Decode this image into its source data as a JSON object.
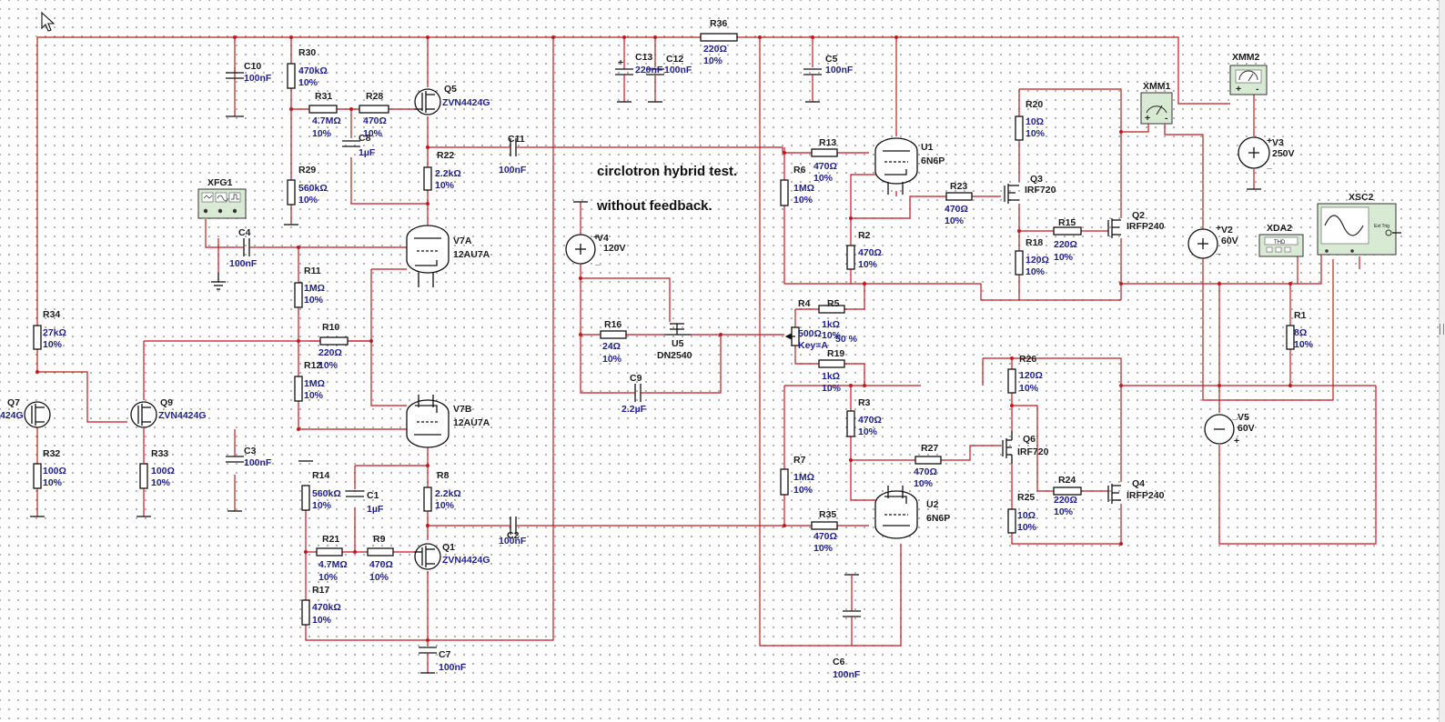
{
  "notes": {
    "title": "circlotron hybrid test.",
    "subtitle": "without feedback."
  },
  "colors": {
    "wire": "#c4161c",
    "value_text": "#1f1f8c",
    "label_text": "#1c1c1c",
    "grid_dot": "#9a9a9a"
  },
  "components": {
    "R36": {
      "ref": "R36",
      "value": "220Ω",
      "tol": "10%"
    },
    "R30": {
      "ref": "R30",
      "value": "470kΩ",
      "tol": "10%"
    },
    "R31": {
      "ref": "R31",
      "value": "4.7MΩ",
      "tol": "10%"
    },
    "R28": {
      "ref": "R28",
      "value": "470Ω",
      "tol": "10%"
    },
    "R29": {
      "ref": "R29",
      "value": "560kΩ",
      "tol": "10%"
    },
    "R22": {
      "ref": "R22",
      "value": "2.2kΩ",
      "tol": "10%"
    },
    "R11": {
      "ref": "R11",
      "value": "1MΩ",
      "tol": "10%"
    },
    "R10": {
      "ref": "R10",
      "value": "220Ω",
      "tol": "10%"
    },
    "R12": {
      "ref": "R12",
      "value": "1MΩ",
      "tol": "10%"
    },
    "R34": {
      "ref": "R34",
      "value": "27kΩ",
      "tol": "10%"
    },
    "R32": {
      "ref": "R32",
      "value": "100Ω",
      "tol": "10%"
    },
    "R33": {
      "ref": "R33",
      "value": "100Ω",
      "tol": "10%"
    },
    "R14": {
      "ref": "R14",
      "value": "560kΩ",
      "tol": "10%"
    },
    "R8": {
      "ref": "R8",
      "value": "2.2kΩ",
      "tol": "10%"
    },
    "R21": {
      "ref": "R21",
      "value": "4.7MΩ",
      "tol": "10%"
    },
    "R9": {
      "ref": "R9",
      "value": "470Ω",
      "tol": "10%"
    },
    "R17": {
      "ref": "R17",
      "value": "470kΩ",
      "tol": "10%"
    },
    "R16": {
      "ref": "R16",
      "value": "24Ω",
      "tol": "10%"
    },
    "R13": {
      "ref": "R13",
      "value": "470Ω",
      "tol": "10%"
    },
    "R6": {
      "ref": "R6",
      "value": "1MΩ",
      "tol": "10%"
    },
    "R2": {
      "ref": "R2",
      "value": "470Ω",
      "tol": "10%"
    },
    "R4": {
      "ref": "R4",
      "value": "500Ω",
      "key": "Key=A",
      "pct": "50 %"
    },
    "R5": {
      "ref": "R5",
      "value": "1kΩ",
      "tol": "10%"
    },
    "R19": {
      "ref": "R19",
      "value": "1kΩ",
      "tol": "10%"
    },
    "R3": {
      "ref": "R3",
      "value": "470Ω",
      "tol": "10%"
    },
    "R7": {
      "ref": "R7",
      "value": "1MΩ",
      "tol": "10%"
    },
    "R35": {
      "ref": "R35",
      "value": "470Ω",
      "tol": "10%"
    },
    "R23": {
      "ref": "R23",
      "value": "470Ω",
      "tol": "10%"
    },
    "R27": {
      "ref": "R27",
      "value": "470Ω",
      "tol": "10%"
    },
    "R20": {
      "ref": "R20",
      "value": "10Ω",
      "tol": "10%"
    },
    "R18": {
      "ref": "R18",
      "value": "120Ω",
      "tol": "10%"
    },
    "R15": {
      "ref": "R15",
      "value": "220Ω",
      "tol": "10%"
    },
    "R26": {
      "ref": "R26",
      "value": "120Ω",
      "tol": "10%"
    },
    "R25": {
      "ref": "R25",
      "value": "10Ω",
      "tol": "10%"
    },
    "R24": {
      "ref": "R24",
      "value": "220Ω",
      "tol": "10%"
    },
    "R1": {
      "ref": "R1",
      "value": "8Ω",
      "tol": "10%"
    },
    "C10": {
      "ref": "C10",
      "value": "100nF"
    },
    "C8": {
      "ref": "C8",
      "value": "1µF"
    },
    "C11": {
      "ref": "C11",
      "value": "100nF"
    },
    "C13": {
      "ref": "C13",
      "value": "220nF"
    },
    "C12": {
      "ref": "C12",
      "value": "100nF"
    },
    "C5": {
      "ref": "C5",
      "value": "100nF"
    },
    "C4": {
      "ref": "C4",
      "value": "100nF"
    },
    "C3": {
      "ref": "C3",
      "value": "100nF"
    },
    "C1": {
      "ref": "C1",
      "value": "1µF"
    },
    "C2": {
      "ref": "C2",
      "value": "100nF"
    },
    "C7": {
      "ref": "C7",
      "value": "100nF"
    },
    "C9": {
      "ref": "C9",
      "value": "2.2µF"
    },
    "C6": {
      "ref": "C6",
      "value": "100nF"
    },
    "Q5": {
      "ref": "Q5",
      "part": "ZVN4424G"
    },
    "Q1": {
      "ref": "Q1",
      "part": "ZVN4424G"
    },
    "Q7": {
      "ref": "Q7",
      "part": "424G"
    },
    "Q9": {
      "ref": "Q9",
      "part": "ZVN4424G"
    },
    "Q3": {
      "ref": "Q3",
      "part": "IRF720"
    },
    "Q6": {
      "ref": "Q6",
      "part": "IRF720"
    },
    "Q2": {
      "ref": "Q2",
      "part": "IRFP240"
    },
    "Q4": {
      "ref": "Q4",
      "part": "IRFP240"
    },
    "V7A": {
      "ref": "V7A",
      "part": "12AU7A"
    },
    "V7B": {
      "ref": "V7B",
      "part": "12AU7A"
    },
    "U1": {
      "ref": "U1",
      "part": "6N6P"
    },
    "U2": {
      "ref": "U2",
      "part": "6N6P"
    },
    "U5": {
      "ref": "U5",
      "part": "DN2540"
    },
    "V4": {
      "ref": "V4",
      "value": "120V"
    },
    "V3": {
      "ref": "V3",
      "value": "250V"
    },
    "V2": {
      "ref": "V2",
      "value": "60V"
    },
    "V5": {
      "ref": "V5",
      "value": "60V"
    },
    "XFG1": {
      "ref": "XFG1"
    },
    "XMM1": {
      "ref": "XMM1"
    },
    "XMM2": {
      "ref": "XMM2"
    },
    "XDA2": {
      "ref": "XDA2",
      "display": "THD"
    },
    "XSC2": {
      "ref": "XSC2",
      "trig": "Ext Trig"
    }
  },
  "instrument_icons": {
    "function_generator": "waveform-icon",
    "multimeter": "meter-needle-icon",
    "distortion_analyzer": "thd-icon",
    "oscilloscope": "sine-wave-icon"
  }
}
